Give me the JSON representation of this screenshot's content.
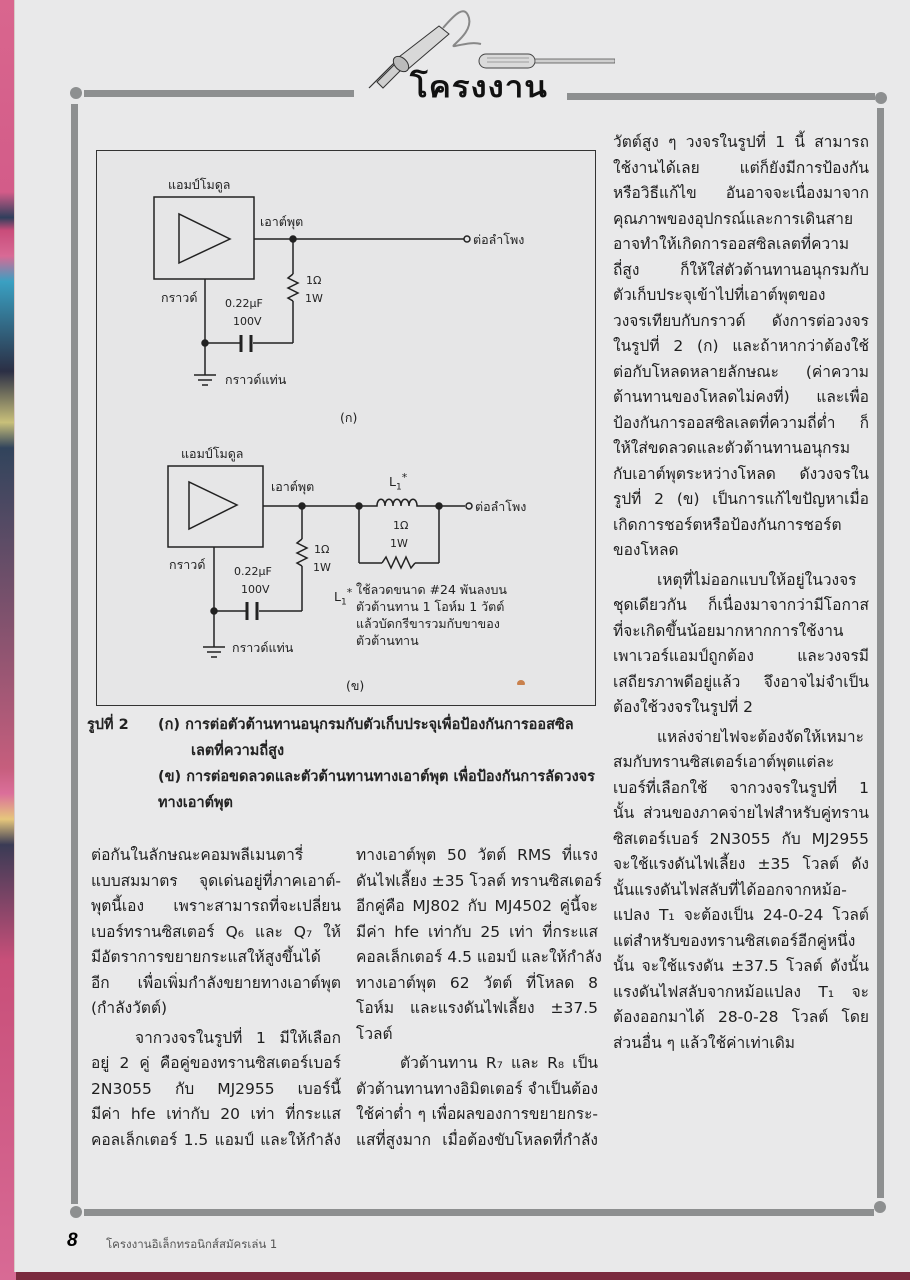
{
  "header": {
    "title": "โครงงาน",
    "logo_icons": [
      "soldering-iron-icon",
      "screwdriver-icon"
    ]
  },
  "figure": {
    "diagram_a": {
      "module_label": "แอมป์โมดูล",
      "output_label": "เอาต์พุต",
      "speaker_label": "ต่อลำโพง",
      "ground_label": "กราวด์",
      "chassis_ground_label": "กราวด์แท่น",
      "resistor_value": "1Ω",
      "resistor_power": "1W",
      "capacitor_value": "0.22µF",
      "capacitor_voltage": "100V",
      "sub_label": "(ก)"
    },
    "diagram_b": {
      "module_label": "แอมป์โมดูล",
      "output_label": "เอาต์พุต",
      "speaker_label": "ต่อลำโพง",
      "ground_label": "กราวด์",
      "chassis_ground_label": "กราวด์แท่น",
      "resistor_value": "1Ω",
      "resistor_power": "1W",
      "capacitor_value": "0.22µF",
      "capacitor_voltage": "100V",
      "inductor_label": "L",
      "inductor_sub": "1",
      "inductor_star": "*",
      "parallel_resistor_value": "1Ω",
      "parallel_resistor_power": "1W",
      "note_prefix": "L",
      "note_sub": "1",
      "note_lines": [
        "ใช้ลวดขนาด #24 พันลงบน",
        "ตัวต้านทาน 1 โอห์ม 1 วัตต์",
        "แล้วบัดกรีขารวมกับขาของ",
        "ตัวต้านทาน"
      ],
      "sub_label": "(ข)"
    }
  },
  "caption": {
    "prefix": "รูปที่ 2",
    "line1": "(ก) การต่อตัวต้านทานอนุกรมกับตัวเก็บประจุเพื่อป้องกันการออสซิล",
    "line2": "เลตที่ความถี่สูง",
    "line3": "(ข) การต่อขดลวดและตัวต้านทานทางเอาต์พุต เพื่อป้องกันการลัดวงจร",
    "line4": "ทางเอาต์พุต"
  },
  "columns": {
    "right": [
      "วัตต์สูง ๆ วงจรในรูปที่ 1 นี้ สามารถ",
      "ใช้งานได้เลย แต่ก็ยังมีการป้องกัน",
      "หรือวิธีแก้ไข อันอาจจะเนื่องมาจาก",
      "คุณภาพของอุปกรณ์และการเดินสาย",
      "อาจทำให้เกิดการออสซิลเลตที่ความ",
      "ถี่สูง ก็ให้ใส่ตัวต้านทานอนุกรมกับ",
      "ตัวเก็บประจุเข้าไปที่เอาต์พุตของ",
      "วงจรเทียบกับกราวด์ ดังการต่อวงจร",
      "ในรูปที่ 2 (ก) และถ้าหากว่าต้องใช้",
      "ต่อกับโหลดหลายลักษณะ (ค่าความ",
      "ต้านทานของโหลดไม่คงที่) และเพื่อ",
      "ป้องกันการออสซิลเลตที่ความถี่ต่ำ ก็",
      "ให้ใส่ขดลวดและตัวต้านทานอนุกรม",
      "กับเอาต์พุตระหว่างโหลด ดังวงจรใน",
      "รูปที่ 2 (ข) เป็นการแก้ไขปัญหาเมื่อ",
      "เกิดการชอร์ตหรือป้องกันการชอร์ต",
      "ของโหลด",
      "เหตุที่ไม่ออกแบบให้อยู่ในวงจร",
      "ชุดเดียวกัน ก็เนื่องมาจากว่ามีโอกาส",
      "ที่จะเกิดขึ้นน้อยมากหากการใช้งาน",
      "เพาเวอร์แอมป์ถูกต้อง และวงจรมี",
      "เสถียรภาพดีอยู่แล้ว จึงอาจไม่จำเป็น",
      "ต้องใช้วงจรในรูปที่ 2",
      "แหล่งจ่ายไฟจะต้องจัดให้เหมาะ",
      "สมกับทรานซิสเตอร์เอาต์พุตแต่ละ",
      "เบอร์ที่เลือกใช้ จากวงจรในรูปที่ 1",
      "นั้น ส่วนของภาคจ่ายไฟสำหรับคู่ทราน",
      "ซิสเตอร์เบอร์ 2N3055 กับ MJ2955",
      "จะใช้แรงดันไฟเลี้ยง ±35 โวลต์ ดัง",
      "นั้นแรงดันไฟสลับที่ได้ออกจากหม้อ-",
      "แปลง T₁ จะต้องเป็น 24-0-24 โวลต์",
      "แต่สำหรับของทรานซิสเตอร์อีกคู่หนึ่ง",
      "นั้น จะใช้แรงดัน ±37.5 โวลต์ ดังนั้น",
      "แรงดันไฟสลับจากหม้อแปลง T₁ จะ",
      "ต้องออกมาได้ 28-0-28 โวลต์ โดย",
      "ส่วนอื่น ๆ แล้วใช้ค่าเท่าเดิม"
    ],
    "left": [
      "ต่อกันในลักษณะคอมพลีเมนตารี่",
      "แบบสมมาตร จุดเด่นอยู่ที่ภาคเอาต์-",
      "พุตนี้เอง เพราะสามารถที่จะเปลี่ยน",
      "เบอร์ทรานซิสเตอร์ Q₆ และ Q₇ ให้",
      "มีอัตราการขยายกระแสให้สูงขึ้นได้",
      "อีก เพื่อเพิ่มกำลังขยายทางเอาต์พุต",
      "(กำลังวัตต์)",
      "จากวงจรในรูปที่ 1 มีให้เลือก",
      "อยู่ 2 คู่ คือคู่ของทรานซิสเตอร์เบอร์",
      "2N3055 กับ MJ2955 เบอร์นี้",
      "มีค่า hfe เท่ากับ 20 เท่า ที่กระแส",
      "คอลเล็กเตอร์ 1.5 แอมป์ และให้กำลัง"
    ],
    "middle": [
      "ทางเอาต์พุต 50 วัตต์ RMS ที่แรง",
      "ดันไฟเลี้ยง ±35 โวลต์ ทรานซิสเตอร์",
      "อีกคู่คือ MJ802 กับ MJ4502 คู่นี้จะ",
      "มีค่า hfe เท่ากับ 25 เท่า ที่กระแส",
      "คอลเล็กเตอร์ 4.5 แอมป์ และให้กำลัง",
      "ทางเอาต์พุต 62 วัตต์ ที่โหลด 8",
      "โอห์ม และแรงดันไฟเลี้ยง ±37.5",
      "โวลต์",
      "ตัวต้านทาน R₇ และ R₈ เป็น",
      "ตัวต้านทานทางอิมิตเตอร์ จำเป็นต้อง",
      "ใช้ค่าต่ำ ๆ เพื่อผลของการขยายกระ-",
      "แสที่สูงมาก เมื่อต้องขับโหลดที่กำลัง"
    ]
  },
  "footer": {
    "page_number": "8",
    "publication": "โครงงานอิเล็กทรอนิกส์สมัครเล่น 1"
  },
  "colors": {
    "paper": "#e9e9ea",
    "frame": "#8d8f90",
    "ink": "#1e1e1e"
  }
}
